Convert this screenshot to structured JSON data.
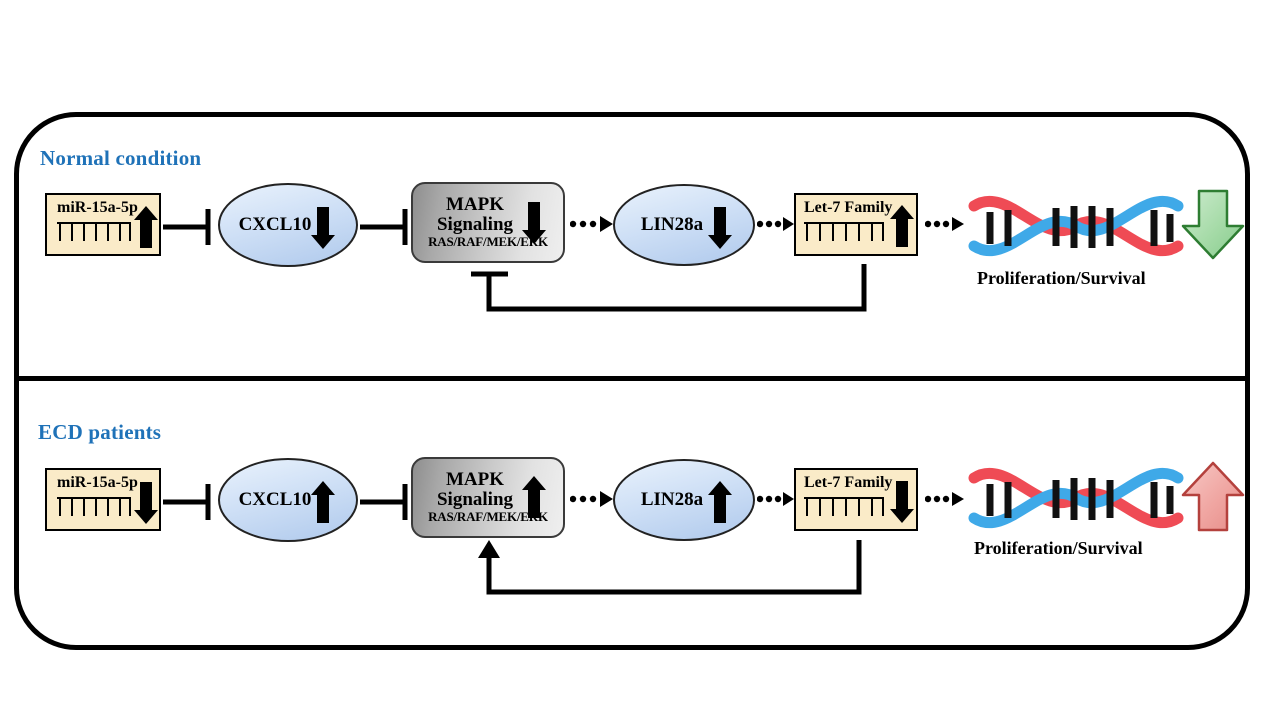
{
  "figure": {
    "panels": [
      {
        "id": "normal",
        "title": "Normal condition",
        "title_color": "#1F72B8",
        "nodes": [
          {
            "name": "mir-15a-5p",
            "label": "miR-15a-5p",
            "shape": "rect-mirna",
            "regulation": "up"
          },
          {
            "name": "cxcl10",
            "label": "CXCL10",
            "shape": "ellipse",
            "regulation": "down"
          },
          {
            "name": "mapk-signaling",
            "label_line1": "MAPK",
            "label_line2": "Signaling",
            "label_line3": "RAS/RAF/MEK/ERK",
            "shape": "rounded-rect",
            "regulation": "down"
          },
          {
            "name": "lin28a",
            "label": "LIN28a",
            "shape": "ellipse",
            "regulation": "down"
          },
          {
            "name": "let-7-family",
            "label": "Let-7 Family",
            "shape": "rect-mirna",
            "regulation": "up"
          }
        ],
        "outcome": {
          "label": "Proliferation/Survival",
          "direction": "down",
          "arrow_color": "#9BD8A0",
          "arrow_stroke": "#2E7D32"
        },
        "connectors": [
          {
            "from": "mir-15a-5p",
            "to": "cxcl10",
            "type": "inhibition"
          },
          {
            "from": "cxcl10",
            "to": "mapk-signaling",
            "type": "inhibition"
          },
          {
            "from": "mapk-signaling",
            "to": "lin28a",
            "type": "dotted-arrow"
          },
          {
            "from": "lin28a",
            "to": "let-7-family",
            "type": "dotted-arrow"
          },
          {
            "from": "let-7-family",
            "to": "dna",
            "type": "dotted-arrow"
          },
          {
            "from": "let-7-family",
            "to": "mapk-signaling",
            "type": "feedback-inhibition"
          }
        ]
      },
      {
        "id": "ecd",
        "title": "ECD patients",
        "title_color": "#1F72B8",
        "nodes": [
          {
            "name": "mir-15a-5p",
            "label": "miR-15a-5p",
            "shape": "rect-mirna",
            "regulation": "down"
          },
          {
            "name": "cxcl10",
            "label": "CXCL10",
            "shape": "ellipse",
            "regulation": "up"
          },
          {
            "name": "mapk-signaling",
            "label_line1": "MAPK",
            "label_line2": "Signaling",
            "label_line3": "RAS/RAF/MEK/ERK",
            "shape": "rounded-rect",
            "regulation": "up"
          },
          {
            "name": "lin28a",
            "label": "LIN28a",
            "shape": "ellipse",
            "regulation": "up"
          },
          {
            "name": "let-7-family",
            "label": "Let-7 Family",
            "shape": "rect-mirna",
            "regulation": "down"
          }
        ],
        "outcome": {
          "label": "Proliferation/Survival",
          "direction": "up",
          "arrow_color": "#F2A7A4",
          "arrow_stroke": "#B4413D"
        },
        "connectors": [
          {
            "from": "mir-15a-5p",
            "to": "cxcl10",
            "type": "inhibition"
          },
          {
            "from": "cxcl10",
            "to": "mapk-signaling",
            "type": "inhibition"
          },
          {
            "from": "mapk-signaling",
            "to": "lin28a",
            "type": "dotted-arrow"
          },
          {
            "from": "lin28a",
            "to": "let-7-family",
            "type": "dotted-arrow"
          },
          {
            "from": "let-7-family",
            "to": "dna",
            "type": "dotted-arrow"
          },
          {
            "from": "let-7-family",
            "to": "mapk-signaling",
            "type": "feedback-activation"
          }
        ]
      }
    ],
    "colors": {
      "mirna_box_fill": "#FAEBC8",
      "ellipse_fill": "#CFE0F6",
      "mapk_gradient_from": "#8E8E8E",
      "mapk_gradient_to": "#EFEFEF",
      "dna_strand_red": "#EF4B55",
      "dna_strand_blue": "#3FA9E8",
      "title_blue": "#1F72B8",
      "outline": "#000000"
    }
  }
}
